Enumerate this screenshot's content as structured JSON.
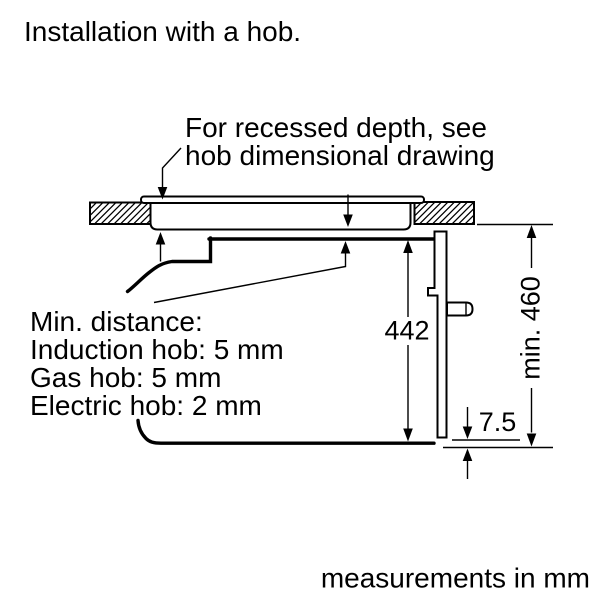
{
  "page": {
    "title": "Installation with a hob.",
    "footer_note": "measurements in mm"
  },
  "diagram": {
    "recessed_depth_note": {
      "line1": "For recessed depth, see",
      "line2": "hob dimensional drawing"
    },
    "min_distance_note": {
      "title": "Min. distance:",
      "induction": "Induction hob: 5 mm",
      "gas": "Gas hob: 5 mm",
      "electric": "Electric hob: 2 mm"
    },
    "dimensions": {
      "oven_niche_height": "442",
      "min_clearance_height": "min. 460",
      "bottom_recess": "7.5"
    },
    "colors": {
      "line": "#000000",
      "background": "#ffffff"
    }
  }
}
